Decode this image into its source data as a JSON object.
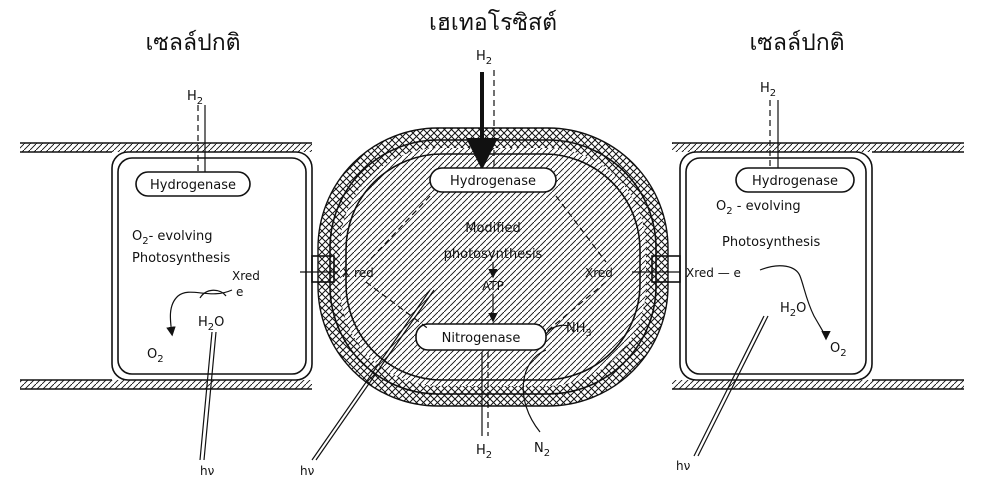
{
  "captions": {
    "left_cell": "เซลล์ปกติ",
    "heterocyst": "เฮเทอโรซิสต์",
    "right_cell": "เซลล์ปกติ"
  },
  "left_cell": {
    "h2": "H",
    "h2_sub": "2",
    "enzyme": "Hydrogenase",
    "process_line1": "O",
    "process_line1_sub": "2",
    "process_line1_rest": "- evolving",
    "process_line2": "Photosynthesis",
    "xred": "Xred",
    "electron": "e",
    "water": "H",
    "water_sub": "2",
    "water_rest": "O",
    "oxygen": "O",
    "oxygen_sub": "2",
    "light": "hν"
  },
  "heterocyst": {
    "h2_top": "H",
    "h2_top_sub": "2",
    "enzyme": "Hydrogenase",
    "process_line1": "Modified",
    "process_line2": "photosynthesis",
    "atp": "ATP",
    "nitrogenase": "Nitrogenase",
    "xred_left": "X red",
    "xred_right": "Xred",
    "nh3": "NH",
    "nh3_sub": "3",
    "h2_bottom": "H",
    "h2_bottom_sub": "2",
    "n2": "N",
    "n2_sub": "2",
    "light": "hν"
  },
  "right_cell": {
    "h2": "H",
    "h2_sub": "2",
    "enzyme": "Hydrogenase",
    "process_line1": "O",
    "process_line1_sub": "2",
    "process_line1_rest": " - evolving",
    "process_line2": "Photosynthesis",
    "xred": "Xred — e",
    "water": "H",
    "water_sub": "2",
    "water_rest": "O",
    "oxygen": "O",
    "oxygen_sub": "2",
    "light": "hν"
  }
}
